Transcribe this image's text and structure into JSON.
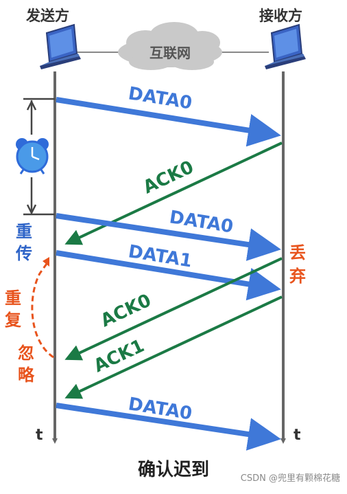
{
  "sender": {
    "label": "发送方",
    "icon": "laptop-icon"
  },
  "receiver": {
    "label": "接收方",
    "icon": "laptop-icon"
  },
  "network": {
    "label": "互联网",
    "icon": "cloud-icon"
  },
  "timer": {
    "icon": "alarm-clock-icon"
  },
  "retransmit_note": [
    "重",
    "传"
  ],
  "duplicate_note": [
    "重",
    "复",
    "忽",
    "略"
  ],
  "discard_note": [
    "丢",
    "弃"
  ],
  "time_axis": {
    "sender_t": "t",
    "receiver_t": "t"
  },
  "messages": [
    {
      "label": "DATA0",
      "direction": "sender-to-receiver"
    },
    {
      "label": "ACK0",
      "direction": "receiver-to-sender"
    },
    {
      "label": "DATA0",
      "direction": "sender-to-receiver"
    },
    {
      "label": "DATA1",
      "direction": "sender-to-receiver"
    },
    {
      "label": "ACK0",
      "direction": "receiver-to-sender"
    },
    {
      "label": "ACK1",
      "direction": "receiver-to-sender"
    },
    {
      "label": "DATA0",
      "direction": "sender-to-receiver"
    }
  ],
  "caption": "确认迟到",
  "watermark": "CSDN @兜里有颗棉花糖",
  "colors": {
    "data_arrow": "#3f78d8",
    "ack_arrow": "#1b7a45",
    "note_blue": "#2e64c8",
    "note_orange": "#e8541d",
    "lifeline": "#666666",
    "cloud": "#c9c9c9"
  }
}
